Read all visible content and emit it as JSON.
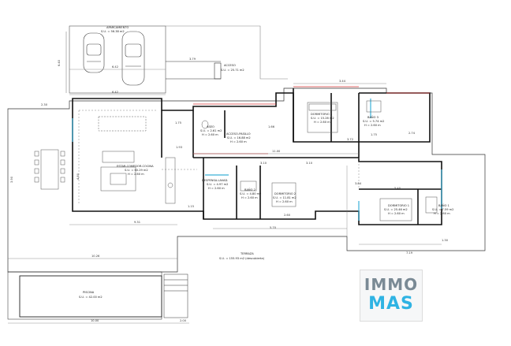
{
  "rooms": {
    "aparcamiento": {
      "name": "APARCAMIENTO",
      "area": "S.U. = 56.38 m2"
    },
    "acceso": {
      "name": "ACCESO",
      "area": "S.U. = 25.71 m2"
    },
    "dormitorio3": {
      "name": "DORMITORIO 3",
      "area": "S.U. = 15.26 m2",
      "h": "H = 2.60 m"
    },
    "bano3": {
      "name": "BAÑO 3",
      "area": "S.U. = 5.74 m2",
      "h": "H = 2.60 m"
    },
    "aseo": {
      "name": "ASEO",
      "area": "S.U. = 2.61 m2",
      "h": "H = 2.60 m"
    },
    "acceso_paso": {
      "name": "ACCESO-PASILLO",
      "area": "S.U. = 16.88 m2",
      "h": "H = 2.60 m"
    },
    "estar": {
      "name": "ESTAR-COMEDOR-COCINA",
      "area": "S.U. = 60.29 m2",
      "h": "H = 2.60 m"
    },
    "despensa": {
      "name": "DESPENSA-LAVAD.",
      "area": "S.U. = 4.97 m2",
      "h": "H = 2.60 m"
    },
    "bano2": {
      "name": "BAÑO 2",
      "area": "S.U. = 4.80 m2",
      "h": "H = 2.60 m"
    },
    "dormitorio2": {
      "name": "DORMITORIO 2",
      "area": "S.U. = 11.81 m2",
      "h": "H = 2.60 m"
    },
    "dormitorio1": {
      "name": "DORMITORIO 1",
      "area": "S.U. = 25.46 m2",
      "h": "H = 2.60 m"
    },
    "bano1": {
      "name": "BAÑO 1",
      "area": "S.U. = 7.59 m2",
      "h": "H = 2.60 m"
    },
    "terraza": {
      "name": "TERRAZA",
      "area": "S.U. = 155.93 m2 (descubierta)"
    },
    "piscina": {
      "name": "PISCINA",
      "area": "S.U. = 42.00 m2"
    }
  },
  "dimensions": {
    "d_640a": "6.40",
    "d_642a": "6.42",
    "d_642b": "6.42",
    "d_379": "3.79",
    "d_344": "3.44",
    "d_230": "2.30",
    "d_390": "3.90",
    "d_1100": "11.00",
    "d_193": "1.93",
    "d_175a": "1.75",
    "d_175b": "1.75",
    "d_274": "2.74",
    "d_480": "4.80",
    "d_931": "9.31",
    "d_1026": "10.26",
    "d_1000": "10.00",
    "d_200": "2.00",
    "d_719": "7.19",
    "d_570": "5.70",
    "d_260": "2.60",
    "d_372": "3.72",
    "d_384": "3.84",
    "d_540": "5.40",
    "d_130": "1.30",
    "d_166": "1.66",
    "d_310a": "3.10",
    "d_310b": "3.10",
    "d_115": "1.15"
  },
  "logo": {
    "line1": "IMMO",
    "line2": "MAS"
  }
}
